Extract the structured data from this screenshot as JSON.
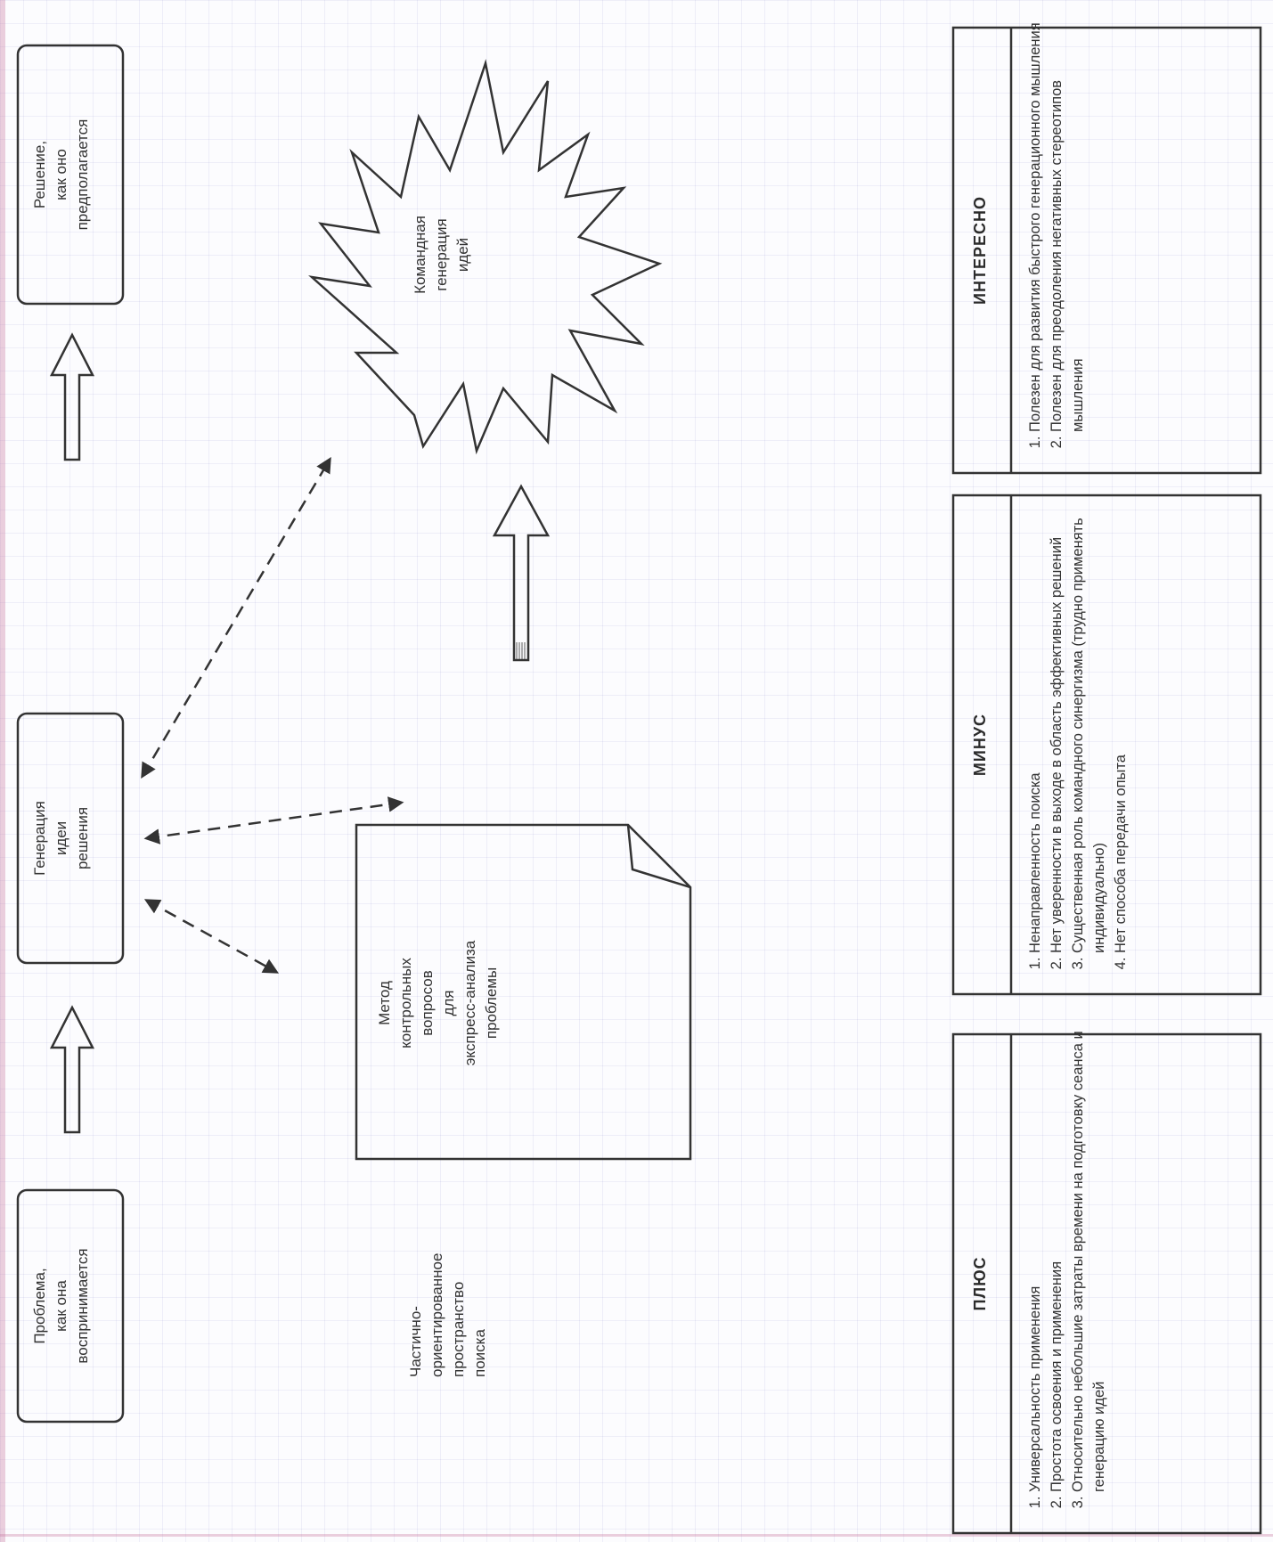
{
  "diagram": {
    "problem": "Проблема,\nкак она\nвоспринимается",
    "idea_generation": "Генерация\nидеи\nрешения",
    "solution": "Решение,\nкак оно\nпредполагается",
    "method": "Метод\nконтрольных\nвопросов\nдля\nэкспресс-анализа\nпроблемы",
    "team": "Командная\nгенерация\nидей",
    "search_space": "Частично-\nориентированное\nпространство\nпоиска"
  },
  "pmi": {
    "plus": {
      "title": "ПЛЮС",
      "items": [
        "Универсальность применения",
        "Простота освоения и применения",
        "Относительно небольшие затраты времени на подготовку сеанса и генерацию идей"
      ]
    },
    "minus": {
      "title": "МИНУС",
      "items": [
        "Ненаправленность поиска",
        "Нет уверенности в выходе в область эффективных решений",
        "Существенная роль командного синергизма (трудно применять индивидуально)",
        "Нет способа передачи опыта"
      ]
    },
    "interesting": {
      "title": "ИНТЕРЕСНО",
      "items": [
        "Полезен для развития быстрого генерационного мышления",
        "Полезен для преодоления негативных стереотипов мышления"
      ]
    }
  },
  "colors": {
    "ink": "#2a2a2a",
    "grid": "#b4b4de",
    "margin": "#c878a0"
  }
}
